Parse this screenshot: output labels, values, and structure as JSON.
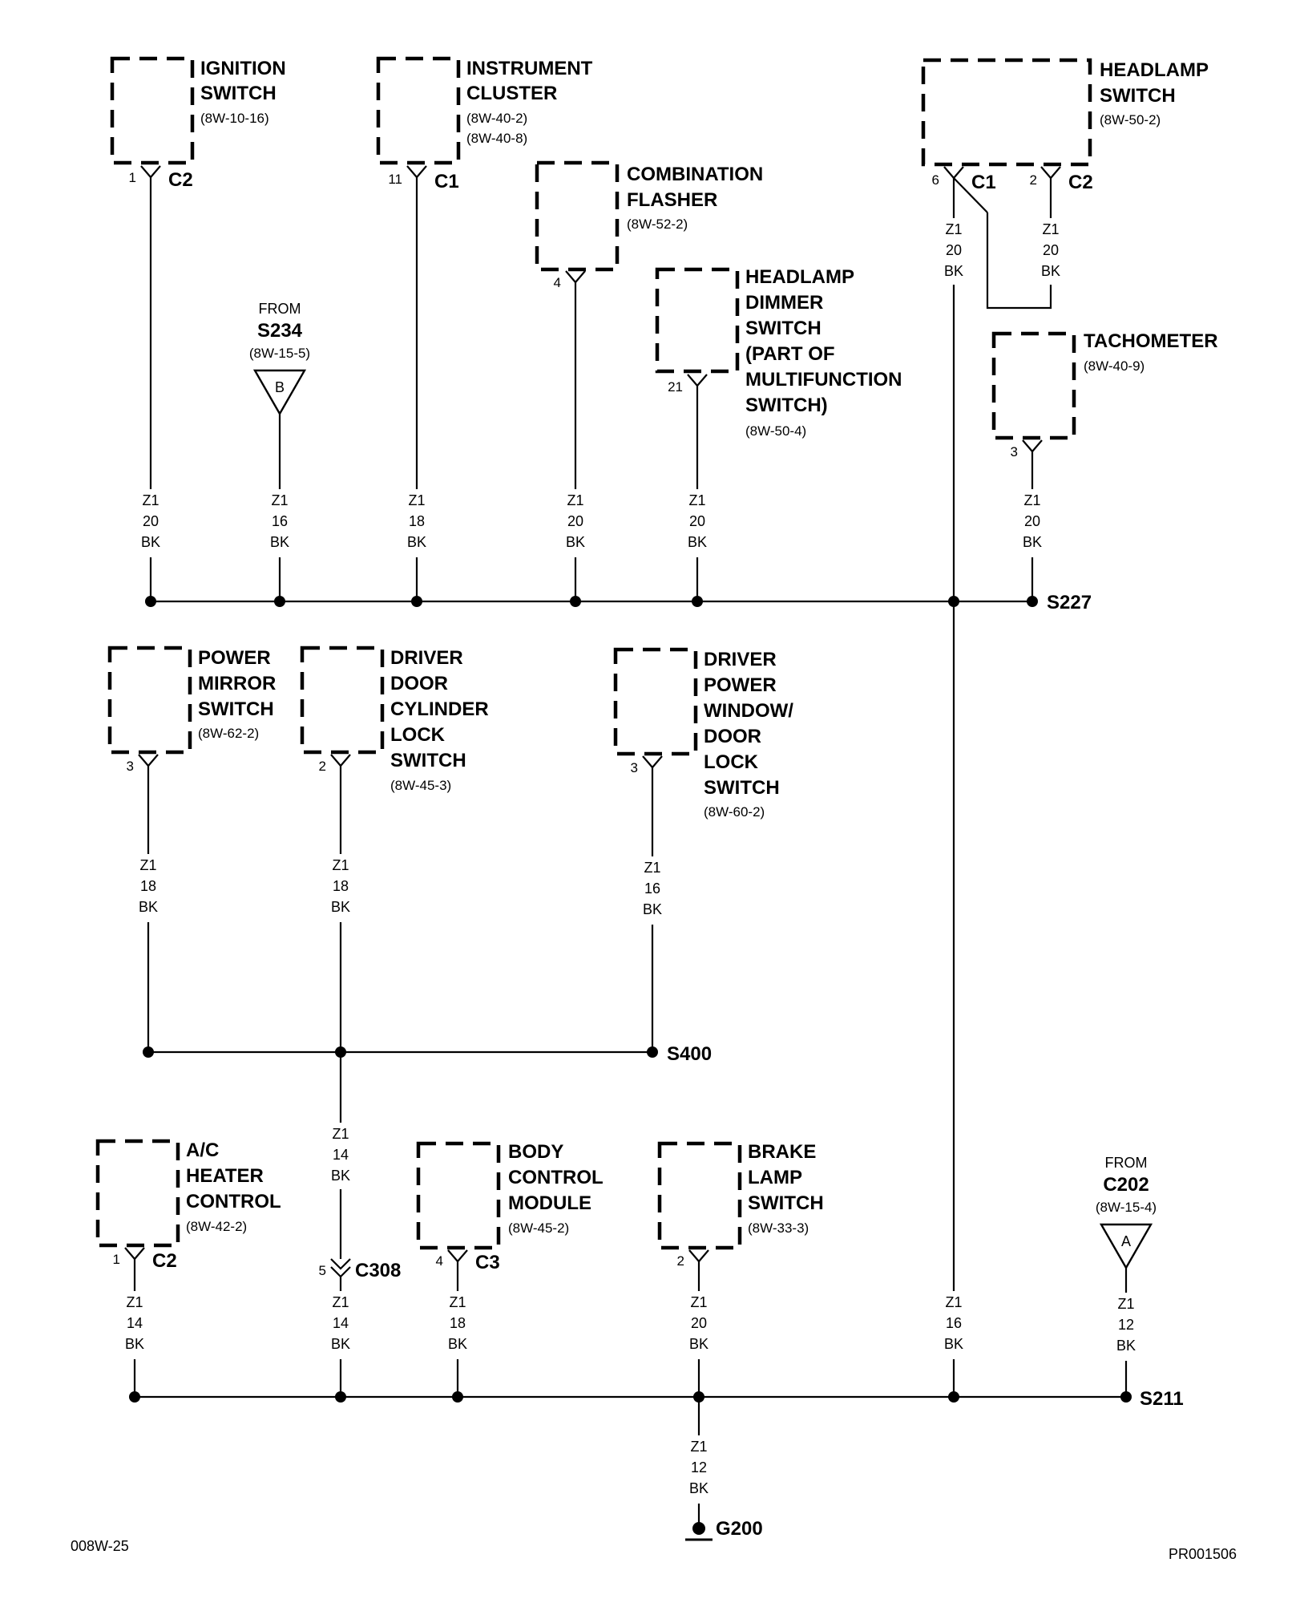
{
  "components": [
    {
      "id": "ignition",
      "name": [
        "IGNITION",
        "SWITCH"
      ],
      "ref": [
        "(8W-10-16)"
      ],
      "pin": "1",
      "conn": "C2"
    },
    {
      "id": "cluster",
      "name": [
        "INSTRUMENT",
        "CLUSTER"
      ],
      "ref": [
        "(8W-40-2)",
        "(8W-40-8)"
      ],
      "pin": "11",
      "conn": "C1"
    },
    {
      "id": "flasher",
      "name": [
        "COMBINATION",
        "FLASHER"
      ],
      "ref": [
        "(8W-52-2)"
      ],
      "pin": "4",
      "conn": ""
    },
    {
      "id": "dimmer",
      "name": [
        "HEADLAMP",
        "DIMMER",
        "SWITCH",
        "(PART OF",
        "MULTIFUNCTION",
        "SWITCH)"
      ],
      "ref": [
        "(8W-50-4)"
      ],
      "pin": "21",
      "conn": ""
    },
    {
      "id": "headlamp",
      "name": [
        "HEADLAMP",
        "SWITCH"
      ],
      "ref": [
        "(8W-50-2)"
      ],
      "pin": "6",
      "conn": "C1",
      "pin2": "2",
      "conn2": "C2"
    },
    {
      "id": "tach",
      "name": [
        "TACHOMETER"
      ],
      "ref": [
        "(8W-40-9)"
      ],
      "pin": "3",
      "conn": ""
    },
    {
      "id": "mirror",
      "name": [
        "POWER",
        "MIRROR",
        "SWITCH"
      ],
      "ref": [
        "(8W-62-2)"
      ],
      "pin": "3",
      "conn": ""
    },
    {
      "id": "doorcyl",
      "name": [
        "DRIVER",
        "DOOR",
        "CYLINDER",
        "LOCK",
        "SWITCH"
      ],
      "ref": [
        "(8W-45-3)"
      ],
      "pin": "2",
      "conn": ""
    },
    {
      "id": "window",
      "name": [
        "DRIVER",
        "POWER",
        "WINDOW/",
        "DOOR",
        "LOCK",
        "SWITCH"
      ],
      "ref": [
        "(8W-60-2)"
      ],
      "pin": "3",
      "conn": ""
    },
    {
      "id": "ac",
      "name": [
        "A/C",
        "HEATER",
        "CONTROL"
      ],
      "ref": [
        "(8W-42-2)"
      ],
      "pin": "1",
      "conn": "C2"
    },
    {
      "id": "bcm",
      "name": [
        "BODY",
        "CONTROL",
        "MODULE"
      ],
      "ref": [
        "(8W-45-2)"
      ],
      "pin": "4",
      "conn": "C3"
    },
    {
      "id": "brake",
      "name": [
        "BRAKE",
        "LAMP",
        "SWITCH"
      ],
      "ref": [
        "(8W-33-3)"
      ],
      "pin": "2",
      "conn": ""
    }
  ],
  "wires": {
    "ignition": [
      "Z1",
      "20",
      "BK"
    ],
    "s234": [
      "Z1",
      "16",
      "BK"
    ],
    "cluster": [
      "Z1",
      "18",
      "BK"
    ],
    "flasher": [
      "Z1",
      "20",
      "BK"
    ],
    "dimmer": [
      "Z1",
      "20",
      "BK"
    ],
    "headlamp_c1": [
      "Z1",
      "20",
      "BK"
    ],
    "headlamp_c2": [
      "Z1",
      "20",
      "BK"
    ],
    "tach": [
      "Z1",
      "20",
      "BK"
    ],
    "mirror": [
      "Z1",
      "18",
      "BK"
    ],
    "doorcyl": [
      "Z1",
      "18",
      "BK"
    ],
    "window": [
      "Z1",
      "16",
      "BK"
    ],
    "s400_out": [
      "Z1",
      "14",
      "BK"
    ],
    "ac": [
      "Z1",
      "14",
      "BK"
    ],
    "c308_out": [
      "Z1",
      "14",
      "BK"
    ],
    "bcm": [
      "Z1",
      "18",
      "BK"
    ],
    "brake": [
      "Z1",
      "20",
      "BK"
    ],
    "s227_out": [
      "Z1",
      "16",
      "BK"
    ],
    "c202": [
      "Z1",
      "12",
      "BK"
    ],
    "ground": [
      "Z1",
      "12",
      "BK"
    ]
  },
  "from_refs": [
    {
      "id": "s234",
      "from": "FROM",
      "target": "S234",
      "ref": "(8W-15-5)",
      "letter": "B"
    },
    {
      "id": "c202",
      "from": "FROM",
      "target": "C202",
      "ref": "(8W-15-4)",
      "letter": "A"
    }
  ],
  "splices": {
    "s227": "S227",
    "s400": "S400",
    "s211": "S211"
  },
  "inline_connector": {
    "pin": "5",
    "name": "C308"
  },
  "ground": "G200",
  "footer": {
    "left": "008W-25",
    "right": "PR001506"
  }
}
